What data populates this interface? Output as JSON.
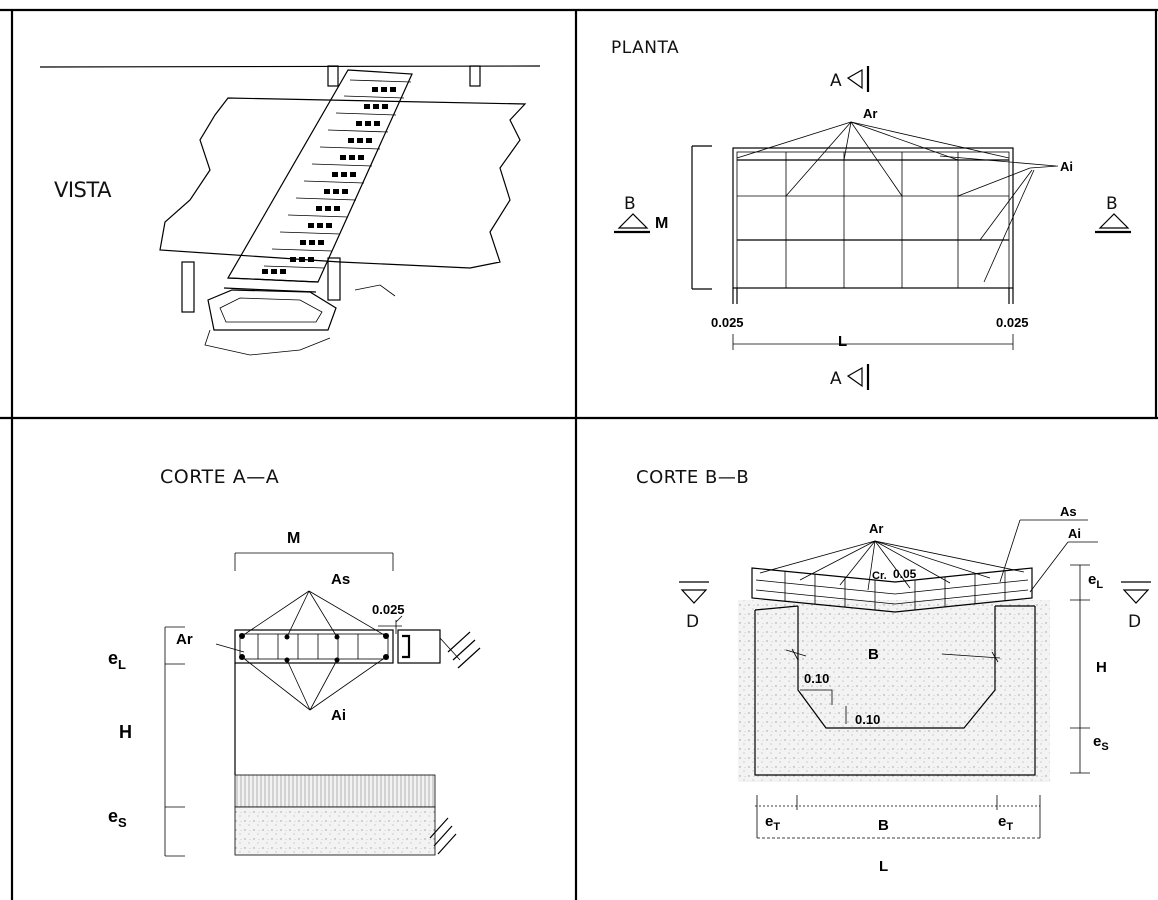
{
  "panels": {
    "vista": {
      "title": "VISTA"
    },
    "planta": {
      "title": "PLANTA",
      "section_a": "A",
      "section_b": "B",
      "label_ar": "Ar",
      "label_ai": "Ai",
      "label_m": "M",
      "label_l": "L",
      "dim_left": "0.025",
      "dim_right": "0.025"
    },
    "corte_aa": {
      "title": "CORTE  A—A",
      "label_m": "M",
      "label_as": "As",
      "label_ar": "Ar",
      "label_ai": "Ai",
      "dim": "0.025",
      "label_h": "H",
      "label_el_main": "e",
      "label_el_sub": "L",
      "label_es_main": "e",
      "label_es_sub": "S"
    },
    "corte_bb": {
      "title": "CORTE  B—B",
      "label_ar": "Ar",
      "label_as": "As",
      "label_ai": "Ai",
      "label_cr": "Cr.",
      "dim_cr": "0.05",
      "label_d_left": "D",
      "label_d_right": "D",
      "label_b_top": "B",
      "label_b_bottom": "B",
      "dim_010_a": "0.10",
      "dim_010_b": "0.10",
      "label_h": "H",
      "label_l": "L",
      "label_el_main": "e",
      "label_el_sub": "L",
      "label_es_main": "e",
      "label_es_sub": "S",
      "label_et_main": "e",
      "label_et_sub": "T",
      "label_et2_main": "e",
      "label_et2_sub": "T"
    }
  }
}
